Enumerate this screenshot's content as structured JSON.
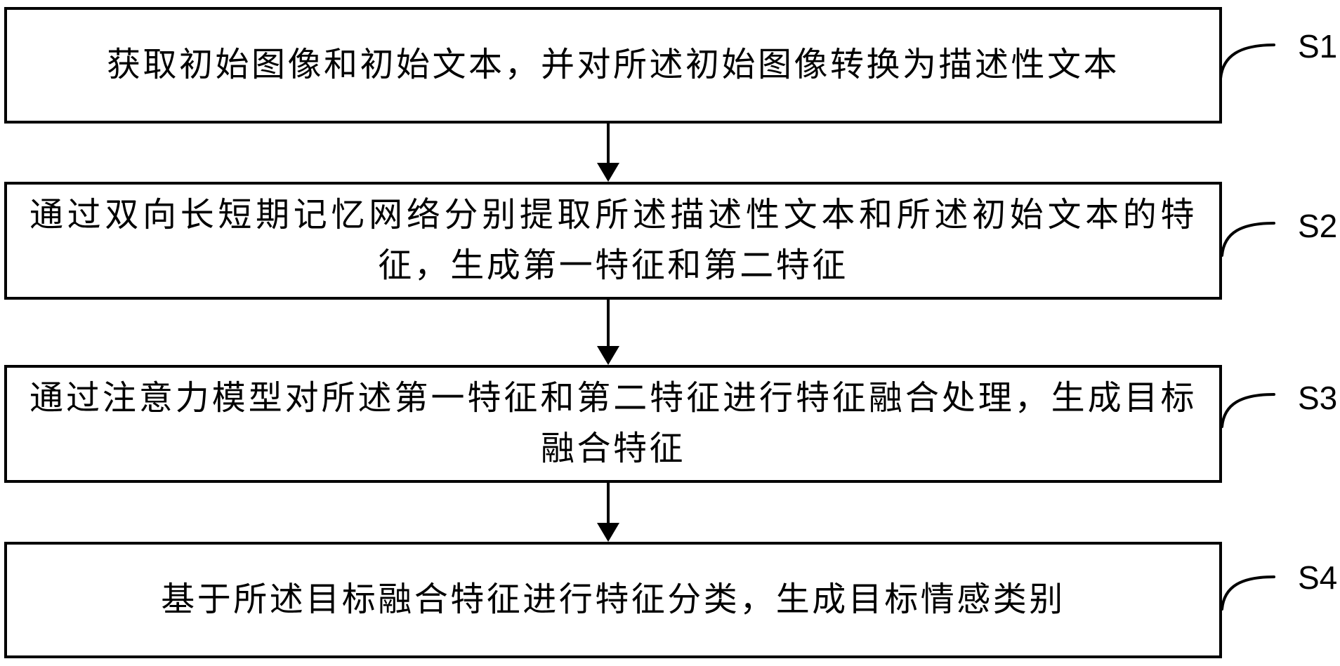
{
  "figure": {
    "background_color": "#ffffff",
    "line_color": "#000000",
    "text_color": "#000000"
  },
  "steps": [
    {
      "label": "S1",
      "lines": [
        "获取初始图像和初始文本，并对所述初始图像转换为描述性文本"
      ]
    },
    {
      "label": "S2",
      "lines": [
        "通过双向长短期记忆网络分别提取所述描述性文本和所述初始文本的特",
        "征，生成第一特征和第二特征"
      ]
    },
    {
      "label": "S3",
      "lines": [
        "通过注意力模型对所述第一特征和第二特征进行特征融合处理，生成目标",
        "融合特征"
      ]
    },
    {
      "label": "S4",
      "lines": [
        "基于所述目标融合特征进行特征分类，生成目标情感类别"
      ]
    }
  ]
}
